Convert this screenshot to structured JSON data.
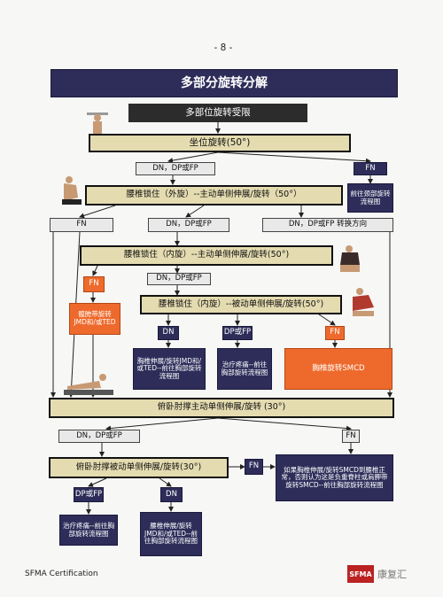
{
  "page_number": "- 8 -",
  "title": "多部分旋转分解",
  "header": "多部位旋转受限",
  "sitting_rotation": "坐位旋转(50°)",
  "dn_dp_fp_1": "DN，DP或FP",
  "fn_1": "FN",
  "fn_1_ref": "前往颈部旋转流程图",
  "lumbar_locked_ext": "腰椎锁住（外旋）--主动单侧伸展/旋转（50°）",
  "fn_2": "FN",
  "dn_dp_fp_2": "DN，DP或FP",
  "dn_dp_fp_switch": "DN，DP或FP 转换方向",
  "lumbar_locked_int_active": "腰椎锁住（内旋）--主动单侧伸展/旋转(50°)",
  "fn_3": "FN",
  "dn_dp_fp_3": "DN，DP或FP",
  "hip_rotation_ref": "髋胯带旋转 JMD和/或TED",
  "lumbar_locked_int_passive": "腰椎锁住（内旋）--被动单侧伸展/旋转(50°)",
  "dn_4": "DN",
  "dp_fp_4": "DP或FP",
  "fn_4": "FN",
  "thoracic_jmd": "胸椎伸展/旋转JMD和/或TED--前往胸部旋转流程图",
  "treat_pain_1": "治疗疼痛--前往胸部旋转流程图",
  "thoracic_smcd": "胸椎旋转SMCD",
  "prone_active": "俯卧肘撑主动单侧伸展/旋转 (30°)",
  "dn_dp_fp_5": "DN，DP或FP",
  "fn_5": "FN",
  "prone_passive": "俯卧肘撑被动单侧伸展/旋转(30°)",
  "fn_6": "FN",
  "conclusion": "如果胸椎伸展/旋转SMCD到腰椎正常，否则认为这是负重脊柱或肩胛带旋转SMCD--前往胸部旋转流程图",
  "dp_fp_7": "DP或FP",
  "dn_7": "DN",
  "treat_pain_2": "治疗疼痛--前往胸部旋转流程图",
  "lumbar_jmd": "腰椎伸展/旋转 JMD和/或TED--前往胸部旋转流程图",
  "footer_left": "SFMA Certification",
  "footer_logo": "SFMA",
  "footer_watermark": "康复汇",
  "colors": {
    "navy": "#2e2d5a",
    "tan": "#e4dbb0",
    "orange": "#ee6a2c",
    "gray": "#e9e9e9"
  }
}
